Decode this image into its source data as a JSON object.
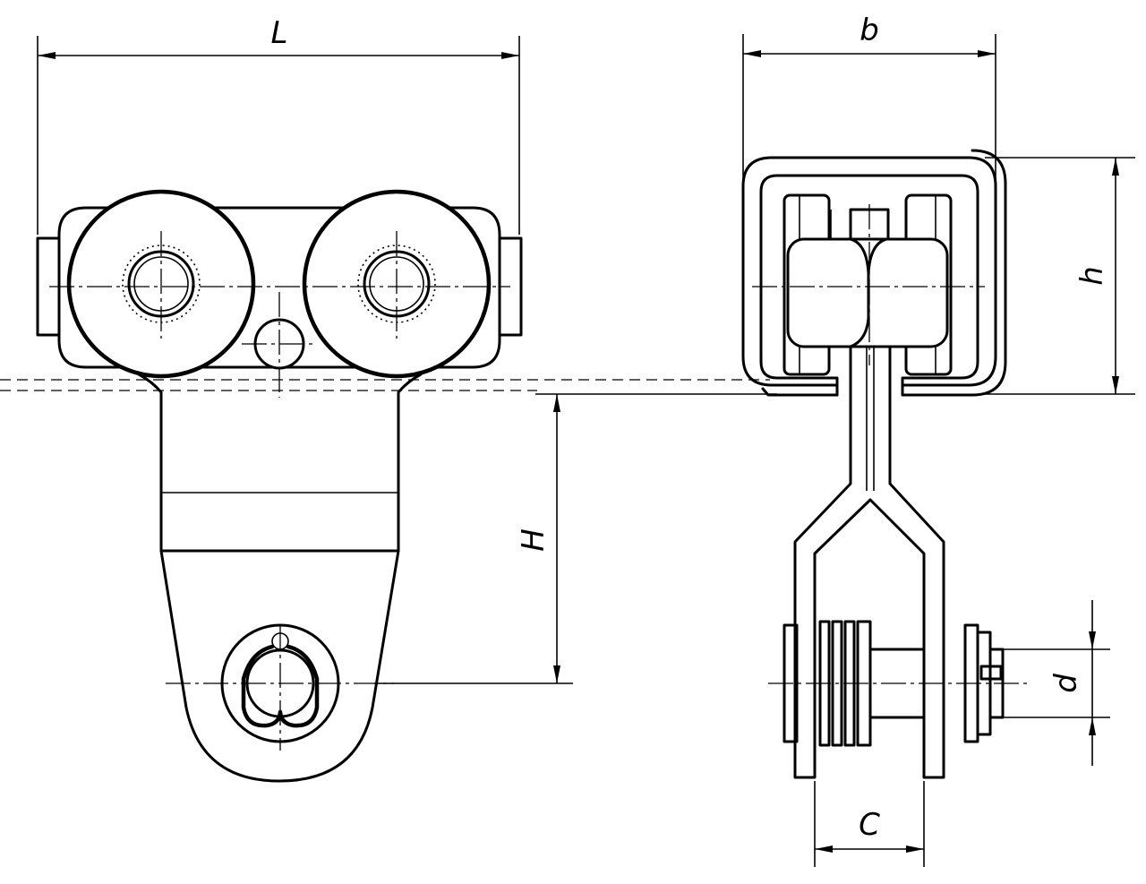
{
  "drawing": {
    "dimensions": {
      "L": "L",
      "b": "b",
      "h": "h",
      "H": "H",
      "d": "d",
      "C": "C"
    }
  }
}
